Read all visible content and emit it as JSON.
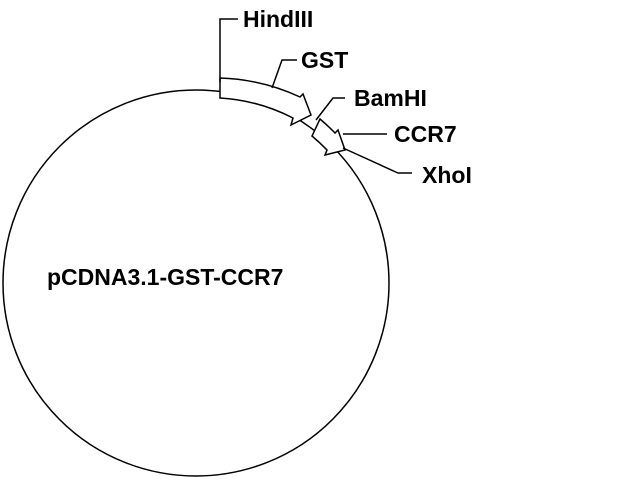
{
  "plasmid": {
    "name": "pCDNA3.1-GST-CCR7"
  },
  "features": {
    "hindiii": "HindIII",
    "gst": "GST",
    "bamhi": "BamHI",
    "ccr7": "CCR7",
    "xhoi": "XhoI"
  },
  "colors": {
    "line": "#000000",
    "fill": "#ffffff"
  }
}
